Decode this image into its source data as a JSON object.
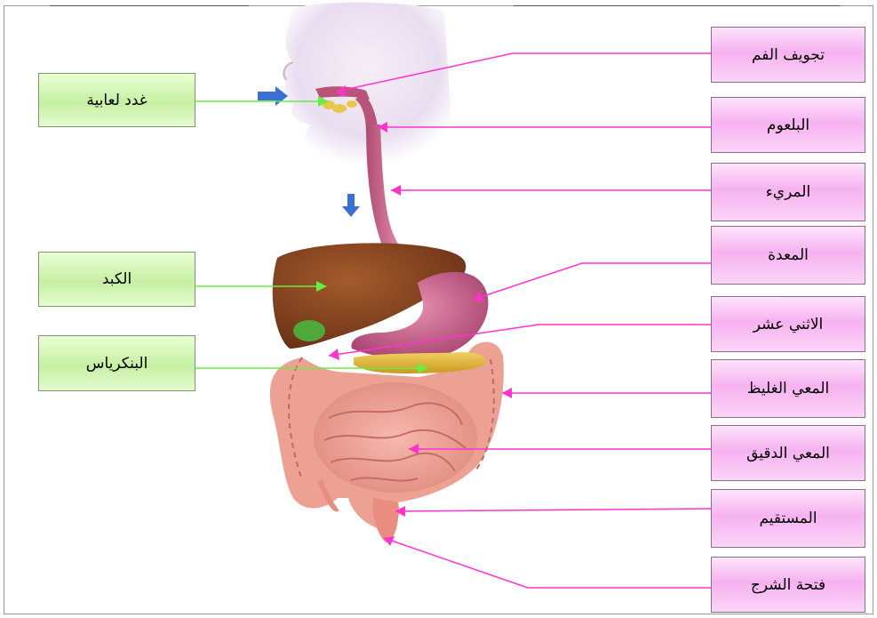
{
  "diagram": {
    "colors": {
      "pink_leader": "#ff33cc",
      "green_leader": "#66ee44",
      "pink_box": "#f6b2f0",
      "green_box": "#c7f0a3",
      "arrow_blue": "#3b6fd8"
    },
    "right_labels": [
      {
        "id": "oral-cavity",
        "text": "تجويف الفم"
      },
      {
        "id": "pharynx",
        "text": "البلعوم"
      },
      {
        "id": "esophagus",
        "text": "المريء"
      },
      {
        "id": "stomach",
        "text": "المعدة"
      },
      {
        "id": "duodenum",
        "text": "الاثني عشر"
      },
      {
        "id": "large-intestine",
        "text": "المعي الغليظ"
      },
      {
        "id": "small-intestine",
        "text": "المعي الدقيق"
      },
      {
        "id": "rectum",
        "text": "المستقيم"
      },
      {
        "id": "anus",
        "text": "فتحة الشرج"
      }
    ],
    "left_labels": [
      {
        "id": "salivary-glands",
        "text": "غدد لعابية"
      },
      {
        "id": "liver",
        "text": "الكبد"
      },
      {
        "id": "pancreas",
        "text": "البنكرياس"
      }
    ]
  }
}
